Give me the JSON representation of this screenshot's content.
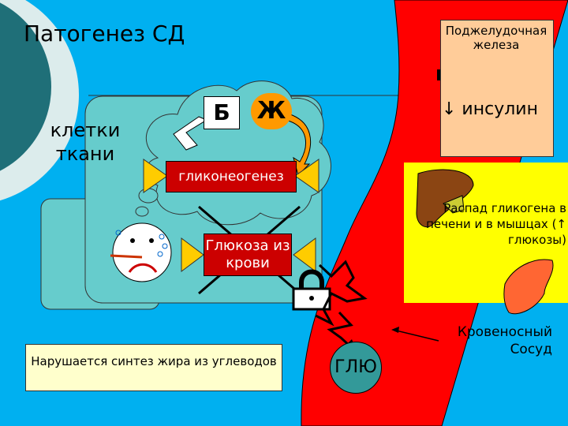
{
  "title": "Патогенез СД",
  "cells_label": "клетки ткани",
  "pancreas": {
    "label": "Поджелудочная железа",
    "insulin": "↓ инсулин"
  },
  "nutrients": {
    "b": "Б",
    "zh": "Ж"
  },
  "gluconeogenesis": "гликонеогенез",
  "glucose_from_blood": "Глюкоза из крови",
  "fat_synthesis": "Нарушается синтез жира из углеводов",
  "glycogen_breakdown": "Распад гликогена в печени и в мышцах (↑ глюкозы)",
  "vessel_label": "Кровеносный Сосуд",
  "glu": "ГЛЮ",
  "colors": {
    "background": "#00b0f0",
    "cell": "#66cccc",
    "vessel": "#ff0000",
    "process_box": "#cc0000",
    "arrow_triangle": "#ffcc00",
    "liver_panel": "#ffff00"
  }
}
